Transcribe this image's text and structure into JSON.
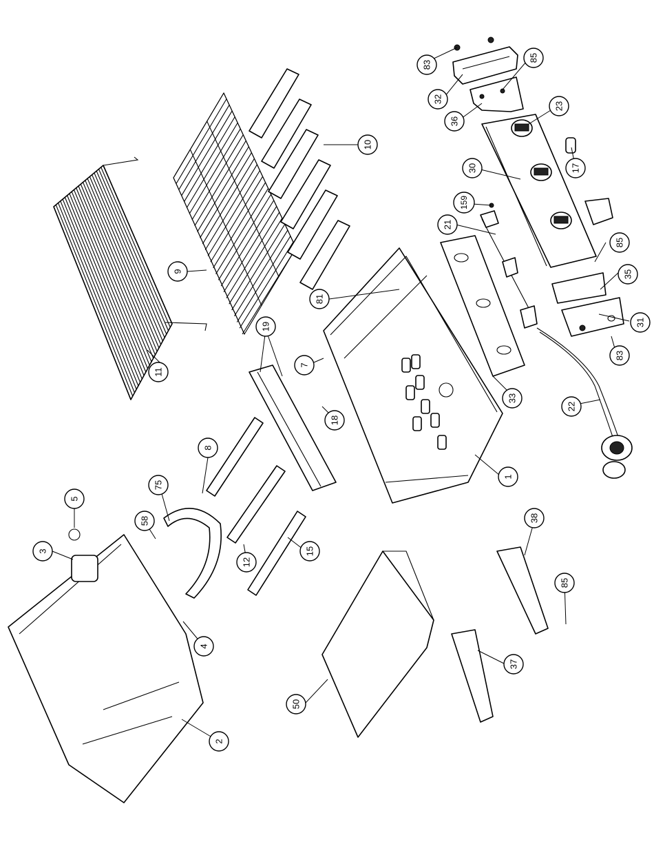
{
  "callouts": [
    {
      "id": "c83a",
      "label": "83"
    },
    {
      "id": "c85a",
      "label": "85"
    },
    {
      "id": "c32",
      "label": "32"
    },
    {
      "id": "c36",
      "label": "36"
    },
    {
      "id": "c23",
      "label": "23"
    },
    {
      "id": "c10",
      "label": "10"
    },
    {
      "id": "c17",
      "label": "17"
    },
    {
      "id": "c30",
      "label": "30"
    },
    {
      "id": "c159",
      "label": "159"
    },
    {
      "id": "c21",
      "label": "21"
    },
    {
      "id": "c85b",
      "label": "85"
    },
    {
      "id": "c9",
      "label": "9"
    },
    {
      "id": "c35",
      "label": "35"
    },
    {
      "id": "c81",
      "label": "81"
    },
    {
      "id": "c31",
      "label": "31"
    },
    {
      "id": "c83b",
      "label": "83"
    },
    {
      "id": "c19",
      "label": "19"
    },
    {
      "id": "c7",
      "label": "7"
    },
    {
      "id": "c11",
      "label": "11"
    },
    {
      "id": "c33",
      "label": "33"
    },
    {
      "id": "c22",
      "label": "22"
    },
    {
      "id": "c18",
      "label": "18"
    },
    {
      "id": "c8",
      "label": "8"
    },
    {
      "id": "c1",
      "label": "1"
    },
    {
      "id": "c75",
      "label": "75"
    },
    {
      "id": "c5",
      "label": "5"
    },
    {
      "id": "c58",
      "label": "58"
    },
    {
      "id": "c3",
      "label": "3"
    },
    {
      "id": "c38",
      "label": "38"
    },
    {
      "id": "c12",
      "label": "12"
    },
    {
      "id": "c15",
      "label": "15"
    },
    {
      "id": "c85c",
      "label": "85"
    },
    {
      "id": "c4",
      "label": "4"
    },
    {
      "id": "c37",
      "label": "37"
    },
    {
      "id": "c50",
      "label": "50"
    },
    {
      "id": "c2",
      "label": "2"
    }
  ]
}
